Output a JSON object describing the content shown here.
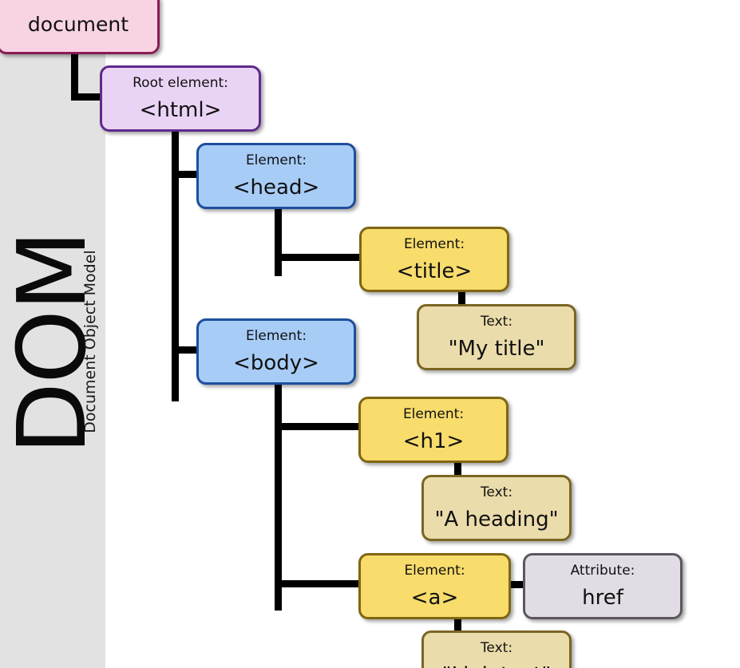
{
  "diagram": {
    "title": "DOM",
    "subtitle": "Document Object Model",
    "nodes": {
      "document": {
        "tag": "document"
      },
      "html": {
        "type": "Root element:",
        "tag": "<html>"
      },
      "head": {
        "type": "Element:",
        "tag": "<head>"
      },
      "title": {
        "type": "Element:",
        "tag": "<title>"
      },
      "title_text": {
        "type": "Text:",
        "tag": "\"My title\""
      },
      "body": {
        "type": "Element:",
        "tag": "<body>"
      },
      "h1": {
        "type": "Element:",
        "tag": "<h1>"
      },
      "h1_text": {
        "type": "Text:",
        "tag": "\"A heading\""
      },
      "a": {
        "type": "Element:",
        "tag": "<a>"
      },
      "a_attr": {
        "type": "Attribute:",
        "tag": "href"
      },
      "a_text": {
        "type": "Text:",
        "tag": "\"Link text\""
      }
    },
    "colors": {
      "document": "#f8d3e4",
      "root": "#ead4f5",
      "head_body": "#a7cdf7",
      "element": "#f8dc6c",
      "text": "#ebdcab",
      "attribute": "#e2dde5",
      "connector": "#000000",
      "side_band": "#e2e2e2"
    }
  }
}
